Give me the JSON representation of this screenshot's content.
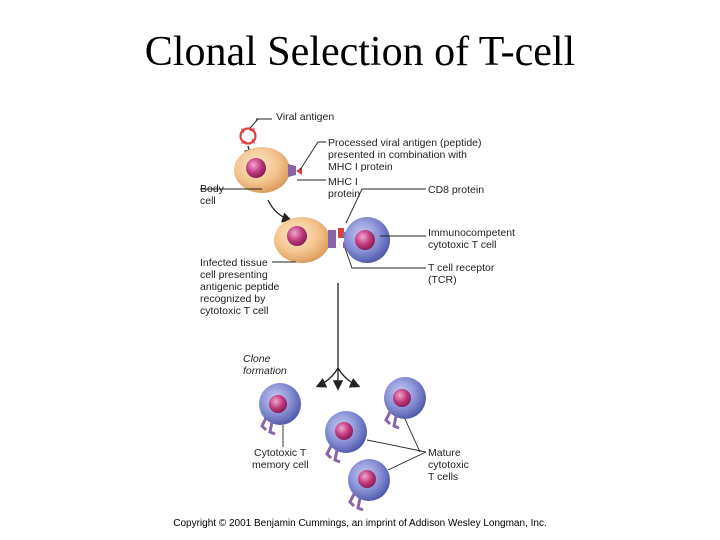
{
  "title": "Clonal Selection of T-cell",
  "labels": {
    "viral_antigen": "Viral antigen",
    "processed_1": "Processed viral antigen (peptide)",
    "processed_2": "presented in combination with",
    "processed_3": "MHC I protein",
    "mhc_1": "MHC I",
    "mhc_2": "protein",
    "body_cell_1": "Body",
    "body_cell_2": "cell",
    "cd8": "CD8 protein",
    "immuno_1": "Immunocompetent",
    "immuno_2": "cytotoxic T cell",
    "infected_1": "Infected tissue",
    "infected_2": "cell presenting",
    "infected_3": "antigenic peptide",
    "infected_4": "recognized by",
    "infected_5": "cytotoxic T cell",
    "tcr_1": "T cell receptor",
    "tcr_2": "(TCR)",
    "clone_1": "Clone",
    "clone_2": "formation",
    "memory_1": "Cytotoxic T",
    "memory_2": "memory cell",
    "mature_1": "Mature",
    "mature_2": "cytotoxic",
    "mature_3": "T cells"
  },
  "copyright": "Copyright © 2001 Benjamin Cummings, an imprint of Addison Wesley Longman, Inc.",
  "colors": {
    "body_cell": "#f3c48e",
    "t_cell": "#6f79c8",
    "nucleus": "#c0397c",
    "antigen": "#d9433e",
    "receptor": "#8a63a8"
  }
}
